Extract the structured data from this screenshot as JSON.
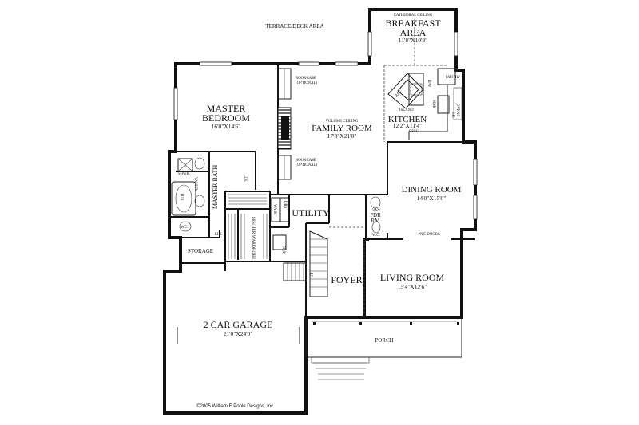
{
  "labels": {
    "terrace": "TERRACE/DECK AREA",
    "cathedral": "CATHEDRAL CEILING",
    "breakfast_1": "BREAKFAST",
    "breakfast_2": "AREA",
    "breakfast_dim": "11'8\"X10'8\"",
    "pantry": "PANTRY",
    "bar": "BAR",
    "island": "ISLAND",
    "sink": "SINK",
    "dw": "D/W",
    "ovens": "OVENS",
    "sr": "S.R.",
    "kitchen": "KITCHEN",
    "kitchen_dim": "12'2\"X11'4\"",
    "refg": "REFG.",
    "bookcase_top_1": "BOOKCASE",
    "bookcase_top_2": "(OPTIONAL)",
    "volume_ceiling": "VOLUME CEILING",
    "family_room": "FAMILY ROOM",
    "family_dim": "17'8\"X21'0\"",
    "bookcase_bot_1": "BOOKCASE",
    "bookcase_bot_2": "(OPTIONAL)",
    "master_1": "MASTER",
    "master_2": "BEDROOM",
    "master_dim": "16'0\"X14'6\"",
    "shwr": "SHWR.",
    "vanity": "VANITY",
    "lin_1": "LIN.",
    "master_bath": "MASTER BATH",
    "tub": "TUB",
    "wc_1": "W.C.",
    "his_her_wardrobe": "HIS/HER WARDROBE",
    "wash": "WASH",
    "dry": "DRY",
    "utility": "UTILITY",
    "sink_2": "SINK",
    "van": "VAN.",
    "pdr_1": "PDR",
    "pdr_2": "RM",
    "wc_2": "W.C.",
    "dining": "DINING ROOM",
    "dining_dim": "14'0\"X15'0\"",
    "pnt_doors": "PNT. DOORS",
    "lin_2": "LIN.",
    "storage": "STORAGE",
    "up": "UP",
    "foyer": "FOYER",
    "living": "LIVING ROOM",
    "living_dim": "15'4\"X12'6\"",
    "garage": "2 CAR GARAGE",
    "garage_dim": "21'0\"X24'0\"",
    "porch": "PORCH",
    "copyright": "©2005 William E Poole Designs, Inc."
  }
}
